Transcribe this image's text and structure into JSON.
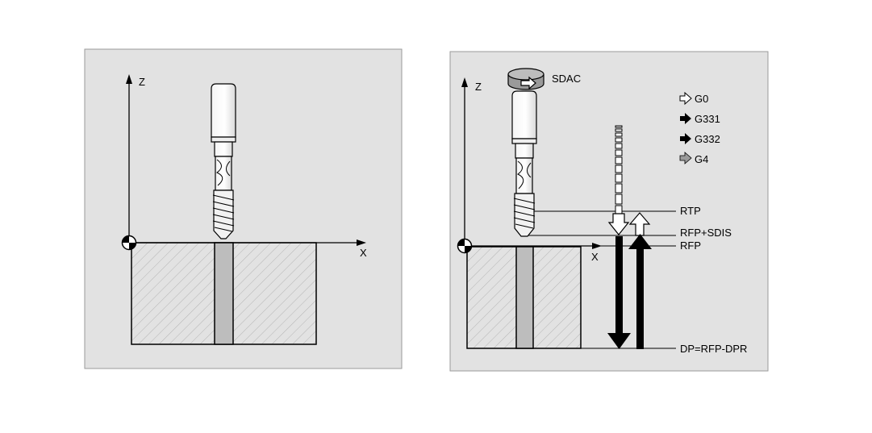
{
  "colors": {
    "panel_bg": "#e2e2e2",
    "panel_border": "#9a9a9a",
    "hatch": "#9a9a9a",
    "hole_fill": "#bdbdbd",
    "line": "#000000",
    "g4_arrow": "#9a9a9a"
  },
  "left_panel": {
    "axis_z": "Z",
    "axis_x": "X"
  },
  "right_panel": {
    "axis_z": "Z",
    "axis_x": "X",
    "spindle_label": "SDAC",
    "legend": [
      {
        "label": "G0",
        "icon": "outline-arrow-icon"
      },
      {
        "label": "G331",
        "icon": "filled-arrow-icon"
      },
      {
        "label": "G332",
        "icon": "filled-arrow-icon"
      },
      {
        "label": "G4",
        "icon": "grey-arrow-icon"
      }
    ],
    "levels": {
      "rtp": "RTP",
      "rfp_sdis": "RFP+SDIS",
      "rfp": "RFP",
      "dp": "DP=RFP-DPR"
    }
  }
}
